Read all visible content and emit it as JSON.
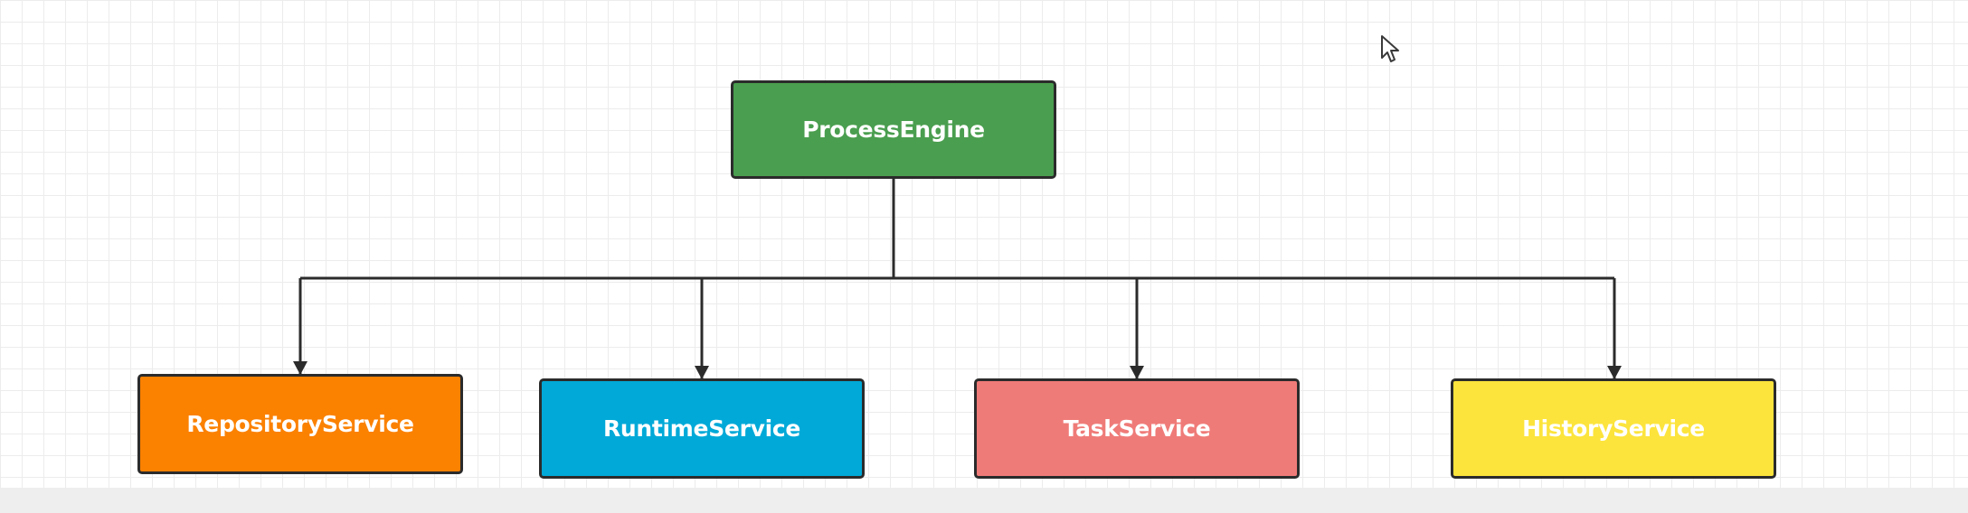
{
  "diagram": {
    "type": "tree",
    "root": {
      "label": "ProcessEngine",
      "color": "#4a9e4f"
    },
    "children": [
      {
        "label": "RepositoryService",
        "color": "#fb8100"
      },
      {
        "label": "RuntimeService",
        "color": "#00a9d8"
      },
      {
        "label": "TaskService",
        "color": "#ef7b78"
      },
      {
        "label": "HistoryService",
        "color": "#fce43c"
      }
    ],
    "edge_color": "#2b2b2b",
    "node_border_color": "#2b2b2b",
    "node_text_color": "#ffffff"
  },
  "cursor": {
    "icon": "mouse-pointer-icon"
  }
}
